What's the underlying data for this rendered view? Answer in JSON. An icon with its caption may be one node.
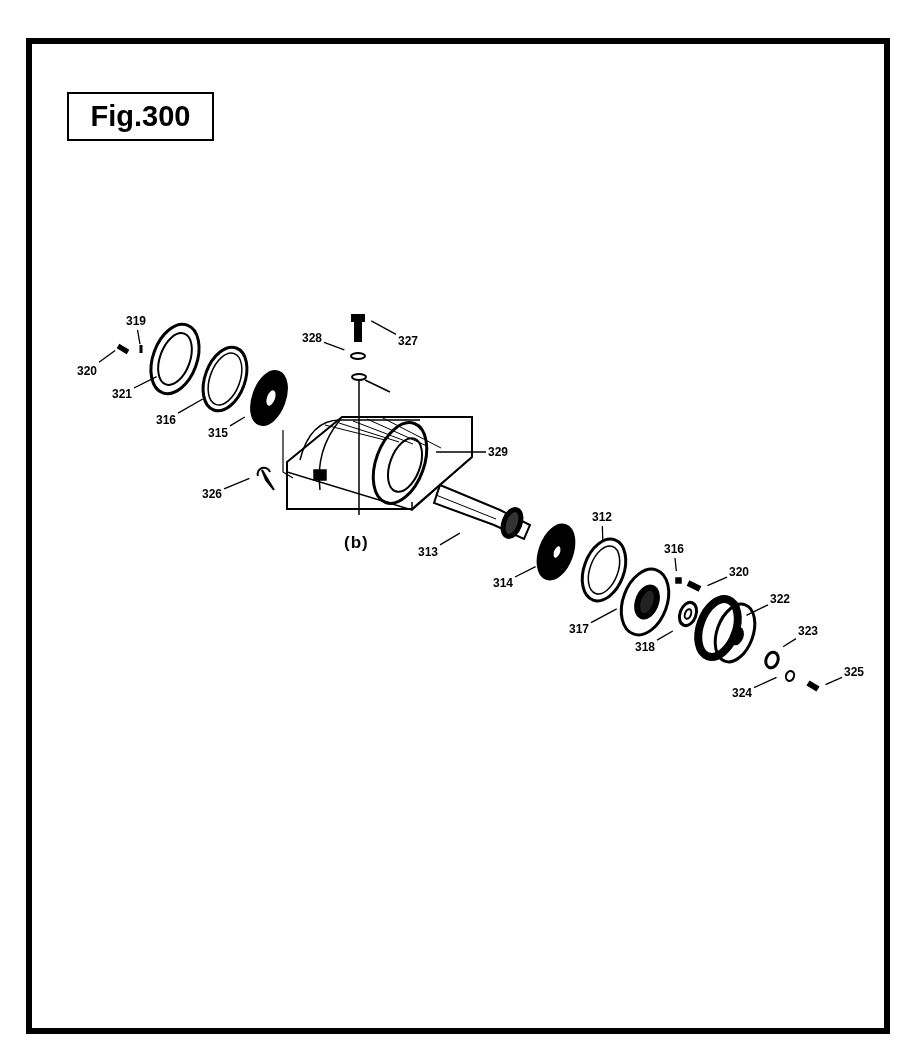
{
  "diagram": {
    "title": "Fig.300",
    "nodes": [
      {
        "text": [
          "319"
        ]
      },
      {
        "text": [
          "320"
        ]
      },
      {
        "text": [
          "321"
        ]
      },
      {
        "text": [
          "316"
        ]
      },
      {
        "text": [
          "315"
        ]
      },
      {
        "text": [
          "328"
        ]
      },
      {
        "text": [
          "327"
        ]
      },
      {
        "text": [
          "329"
        ]
      },
      {
        "text": [
          "326"
        ]
      },
      {
        "text": [
          "313"
        ]
      },
      {
        "text": [
          "312"
        ]
      },
      {
        "text": [
          "314"
        ]
      },
      {
        "text": [
          "316"
        ]
      },
      {
        "text": [
          "320"
        ]
      },
      {
        "text": [
          "317"
        ]
      },
      {
        "text": [
          "322"
        ]
      },
      {
        "text": [
          "318"
        ]
      },
      {
        "text": [
          "323"
        ]
      },
      {
        "text": [
          "325"
        ]
      },
      {
        "text": [
          "324"
        ]
      }
    ],
    "edges": [
      {
        "from": 0,
        "to": null,
        "arrow": "none"
      },
      {
        "from": 1,
        "to": null,
        "arrow": "none"
      },
      {
        "from": 2,
        "to": null,
        "arrow": "none"
      },
      {
        "from": 3,
        "to": null,
        "arrow": "none"
      },
      {
        "from": 4,
        "to": null,
        "arrow": "none"
      },
      {
        "from": 5,
        "to": null,
        "arrow": "none"
      },
      {
        "from": 6,
        "to": null,
        "arrow": "none"
      },
      {
        "from": 7,
        "to": null,
        "arrow": "none"
      },
      {
        "from": 8,
        "to": null,
        "arrow": "none"
      },
      {
        "from": 9,
        "to": null,
        "arrow": "none"
      },
      {
        "from": 10,
        "to": null,
        "arrow": "none"
      },
      {
        "from": 11,
        "to": null,
        "arrow": "none"
      },
      {
        "from": 12,
        "to": null,
        "arrow": "none"
      },
      {
        "from": 13,
        "to": null,
        "arrow": "none"
      },
      {
        "from": 14,
        "to": null,
        "arrow": "none"
      },
      {
        "from": 15,
        "to": null,
        "arrow": "none"
      },
      {
        "from": 16,
        "to": null,
        "arrow": "none"
      },
      {
        "from": 17,
        "to": null,
        "arrow": "none"
      },
      {
        "from": 18,
        "to": null,
        "arrow": "none"
      },
      {
        "from": 19,
        "to": null,
        "arrow": "none"
      }
    ],
    "labels": [
      "(b)"
    ]
  }
}
